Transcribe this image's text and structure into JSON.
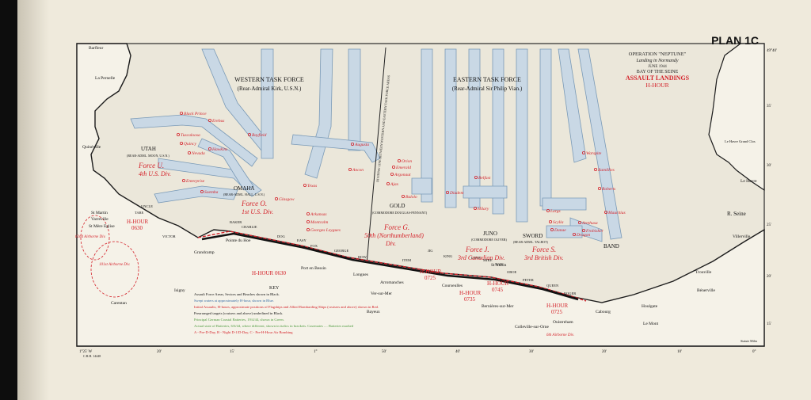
{
  "plan_title": "PLAN 1C",
  "operation": {
    "line1": "OPERATION \"NEPTUNE\"",
    "line2": "Landing in Normandy",
    "line3": "JUNE 1944",
    "line4": "BAY OF THE SEINE",
    "line5": "ASSAULT LANDINGS",
    "line6": "H-HOUR"
  },
  "task_forces": {
    "western": "WESTERN      TASK      FORCE",
    "western_sub": "(Rear-Admiral Kirk, U.S.N.)",
    "eastern": "EASTERN      TASK      FORCE",
    "eastern_sub": "(Rear-Admiral Sir Philip Vian.)",
    "dividing_line": "DIVIDING LINE BETWEEN WESTERN AND EASTERN TASK FORCE AREAS"
  },
  "beaches": {
    "utah": "UTAH",
    "utah_sub": "(REAR-ADML. MOON, U.S.N.)",
    "omaha": "OMAHA",
    "omaha_sub": "(REAR-ADML. HALL, U.S.N.)",
    "gold": "GOLD",
    "gold_sub": "(COMMODORE DOUGLAS-PENNANT)",
    "juno": "JUNO",
    "juno_sub": "(COMMODORE OLIVER)",
    "sword": "SWORD",
    "sword_sub": "(REAR-ADML. TALBOT)"
  },
  "forces": {
    "force_u": "Force U.",
    "force_u_div": "4th U.S. Div.",
    "force_o": "Force O.",
    "force_o_div": "1st U.S. Div.",
    "force_g": "Force G.",
    "force_g_div": "50th (Northumberland)",
    "force_g_div2": "Div.",
    "force_j": "Force J.",
    "force_j_div": "3rd Canadian Div.",
    "force_s": "Force S.",
    "force_s_div": "3rd British Div."
  },
  "h_hours": {
    "utah": "H-HOUR",
    "utah_time": "0630",
    "omaha": "H-HOUR 0630",
    "gold": "H-HOUR",
    "gold_time": "0725",
    "juno1": "H-HOUR",
    "juno1_time": "0735",
    "juno2": "H-HOUR",
    "juno2_time": "0745",
    "sword": "H-HOUR",
    "sword_time": "0725"
  },
  "sectors": [
    "TARE",
    "UNCLE",
    "VICTOR",
    "BAKER",
    "CHARLIE",
    "DOG",
    "EASY",
    "FOX",
    "GEORGE",
    "HOW",
    "ITEM",
    "JIG",
    "KING",
    "LOVE",
    "MIKE",
    "NAN",
    "OBOE",
    "PETER",
    "QUEEN",
    "ROGER"
  ],
  "places": {
    "barfleur": "Barfleur",
    "la_pernelle": "La Pernelle",
    "quinéville": "Quinéville",
    "st_martin": "St Martin",
    "varreville": "Varreville",
    "ste_mere": "St Mère Eglise",
    "carentan": "Carentan",
    "isigny": "Isigny",
    "grandcamp": "Grandcamp",
    "pointe_du_hoe": "Pointe du Hoe",
    "port_en_bessin": "Port en Bessin",
    "longues": "Longues",
    "arromanches": "Arromanches",
    "bayeux": "Bayeux",
    "ver_sur_mer": "Ver-sur-Mer",
    "courseulles": "Courseulles",
    "bernieres": "Bernières-sur-Mer",
    "st_aubin": "St Aubin",
    "ouistreham": "Ouistreham",
    "colleville": "Colleville-sur-Orne",
    "houlgate": "Houlgate",
    "le_havre": "Le Havre",
    "r_seine": "R. Seine",
    "villerville": "Villerville",
    "trouville": "Trouville",
    "le_mont": "Le Mont",
    "bénerville": "Bénerville",
    "cabourg": "Cabourg",
    "le_havre_grand_clos": "Le Havre Grand Clos",
    "band": "BAND",
    "key": "KEY"
  },
  "ships": {
    "western": [
      "Black Prince",
      "Erebus",
      "Tuscaloosa",
      "Quincy",
      "Nevada",
      "Hawkins",
      "Enterprise",
      "Soemba",
      "Bayfield",
      "Ancon",
      "Texas",
      "Glasgow",
      "Arkansas",
      "Montcalm",
      "Georges Leygues",
      "Augusta"
    ],
    "eastern": [
      "Ajax",
      "Argonaut",
      "Emerald",
      "Orion",
      "Bulolo",
      "Diadem",
      "Hilary",
      "Belfast",
      "Warspite",
      "Ramillies",
      "Roberts",
      "Mauritius",
      "Arethusa",
      "Frobisher",
      "Danae",
      "Dragon",
      "Largs",
      "Scylla"
    ]
  },
  "airborne": {
    "div82": "82nd Airborne Div.",
    "div101": "101st Airborne Div.",
    "div6": "6th Airborne Div."
  },
  "key_lines": [
    "Assault Force Areas, Sectors and Beaches shown in Black.",
    "Swept waters at approximately H-hour, shown in Blue.",
    "Initial Assaults, H-hours, approximate positions of Flagships and Allied Bombarding Ships (cruisers and above) shown in Red.",
    "Prearranged targets (cruisers and above) underlined in Black.",
    "Principal German Coastal Batteries, 19/4/44, shown in Green.",
    "Actual state of Batteries, 6/6/44, where different, shown in italics in brackets. Casemates  ....  Batteries marked",
    "A - Pre-D-Day, B - Night D-1/D-Day, C - Pre-H-Hour Air Bombing"
  ],
  "lat_labels": [
    "49°40'",
    "35'",
    "30'",
    "25'",
    "20'",
    "15'"
  ],
  "lon_labels": [
    "1°25' W",
    "20'",
    "15'",
    "1°",
    "50'",
    "40'",
    "30'",
    "20'",
    "10'",
    "0°",
    "10' E"
  ],
  "footer": {
    "publisher": "C.B.H. 14448",
    "scale_note": "Statute Miles"
  },
  "colors": {
    "paper": "#efeadc",
    "sea_swept": "#cfdbe6",
    "land": "#f6f3ea",
    "coast": "#1b1b1b",
    "red": "#d4222a",
    "green": "#4e9b3f",
    "blue_line": "#5a7fa6"
  }
}
